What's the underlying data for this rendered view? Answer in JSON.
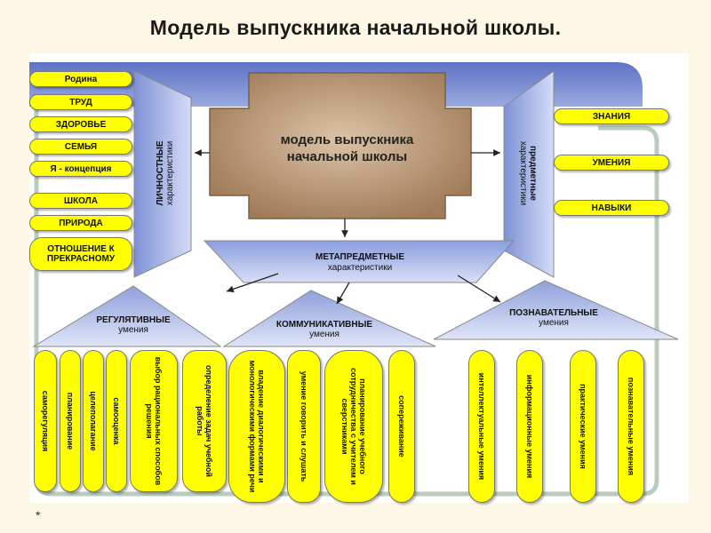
{
  "title": "Модель выпускника начальной школы.",
  "center": {
    "label": "модель выпускника начальной школы"
  },
  "personal": {
    "label": "ЛИЧНОСТНЫЕ",
    "sublabel": "характеристики"
  },
  "subject": {
    "label": "предметные",
    "sublabel": "характеристики"
  },
  "meta": {
    "label": "МЕТАПРЕДМЕТНЫЕ",
    "sublabel": "характеристики"
  },
  "left_items": [
    "Родина",
    "ТРУД",
    "ЗДОРОВЬЕ",
    "СЕМЬЯ",
    "Я - концепция",
    "ШКОЛА",
    "ПРИРОДА",
    "ОТНОШЕНИЕ К ПРЕКРАСНОМУ"
  ],
  "right_items": [
    "ЗНАНИЯ",
    "УМЕНИЯ",
    "НАВЫКИ"
  ],
  "regulatory": {
    "label": "РЕГУЛЯТИВНЫЕ",
    "sublabel": "умения",
    "items": [
      "саморегуляция",
      "планирование",
      "целеполагание",
      "самооценка",
      "выбор рациональных способов решения",
      "определение задач учебной работы"
    ]
  },
  "communicative": {
    "label": "КОММУНИКАТИВНЫЕ",
    "sublabel": "умения",
    "items": [
      "владение диалогическими и монологическими формами речи",
      "умение говорить и слушать",
      "планирование учебного сотрудничества с учителем и сверстниками",
      "сопереживание"
    ]
  },
  "cognitive": {
    "label": "ПОЗНАВАТЕЛЬНЫЕ",
    "sublabel": "умения",
    "items": [
      "интеллектуальные умения",
      "информационные умения",
      "практические умения",
      "познавательные умения"
    ]
  },
  "footer": "*",
  "colors": {
    "pill": "#ffff00",
    "panel_band": "#7a8ed0",
    "trapezoid": "#a9b6e6",
    "center": "#c2a07e",
    "line": "#b8cdbf"
  }
}
